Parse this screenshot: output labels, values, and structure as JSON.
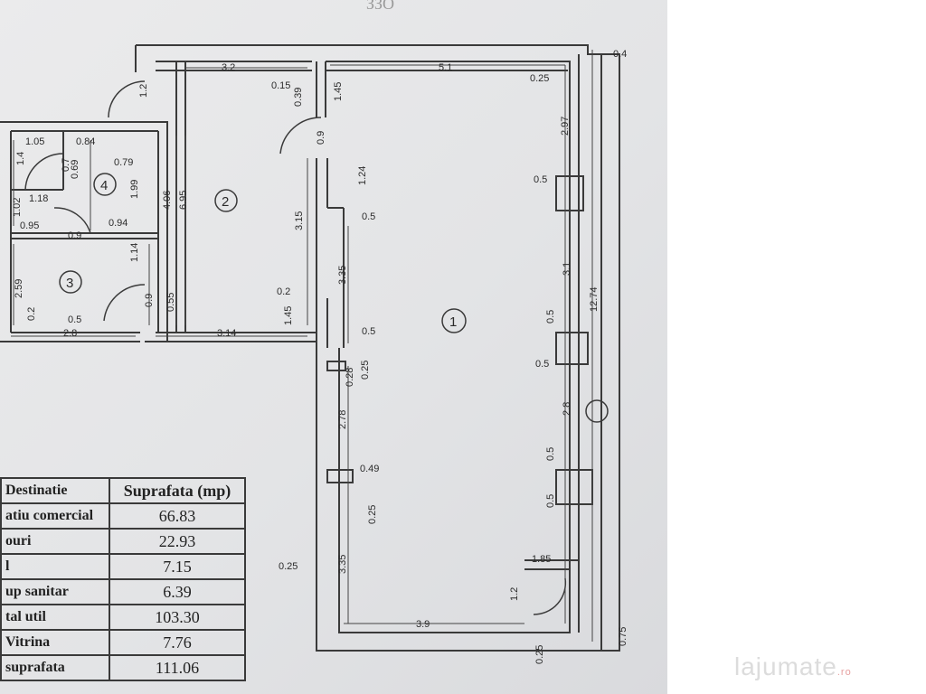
{
  "top_scribble": "ЗЗО",
  "rooms": [
    "1",
    "2",
    "3",
    "4"
  ],
  "dimensions": {
    "outer_top_right": "0.4",
    "room2_top": "3.2",
    "room1_top": "5.1",
    "corner_025": "0.25",
    "entry_12": "1.2",
    "d_015": "0.15",
    "d_039": "0.39",
    "d_145_top": "1.45",
    "d_297": "2.97",
    "d_105": "1.05",
    "d_084": "0.84",
    "d_14": "1.4",
    "d_07": "0.7",
    "d_069": "0.69",
    "d_079": "0.79",
    "d_09_door": "0.9",
    "d_124": "1.24",
    "d_05_a": "0.5",
    "d_118": "1.18",
    "d_199": "1.99",
    "d_406": "4.06",
    "d_695": "6.95",
    "d_102": "1.02",
    "d_095": "0.95",
    "d_094": "0.94",
    "d_09_low": "0.9",
    "d_315": "3.15",
    "d_05_b": "0.5",
    "d_114": "1.14",
    "d_31": "3.1",
    "d_259": "2.59",
    "d_335_mid": "3.35",
    "d_1274": "12.74",
    "d_02_a": "0.2",
    "d_09_r3": "0.9",
    "d_055": "0.55",
    "d_145_low": "1.45",
    "d_05_c": "0.5",
    "d_02_b": "0.2",
    "d_05_d": "0.5",
    "d_28_bottom": "2.8",
    "d_314": "3.14",
    "d_05_e": "0.5",
    "d_05_f": "0.5",
    "d_028": "0.28",
    "d_025_mid": "0.25",
    "d_278": "2.78",
    "d_28_right": "2.8",
    "d_049": "0.49",
    "d_05_g": "0.5",
    "d_025_low": "0.25",
    "d_05_h": "0.5",
    "d_025_left": "0.25",
    "d_335_low": "3.35",
    "d_185": "1.85",
    "d_12_door": "1.2",
    "d_39": "3.9",
    "d_075": "0.75",
    "d_025_bot": "0.25"
  },
  "table": {
    "header": {
      "destinatie": "Destinatie",
      "suprafata": "Suprafata (mp)"
    },
    "rows": [
      {
        "label": "atiu comercial",
        "value": "66.83"
      },
      {
        "label": "ouri",
        "value": "22.93"
      },
      {
        "label": "l",
        "value": "7.15"
      },
      {
        "label": "up sanitar",
        "value": "6.39"
      },
      {
        "label": "tal util",
        "value": "103.30"
      },
      {
        "label": "Vitrina",
        "value": "7.76"
      },
      {
        "label": "suprafata",
        "value": "111.06"
      }
    ]
  },
  "watermark": {
    "text": "lajumate",
    "suffix": ".ro"
  },
  "colors": {
    "sheet": "#e6e7e9",
    "ink": "#2b2b2b"
  }
}
